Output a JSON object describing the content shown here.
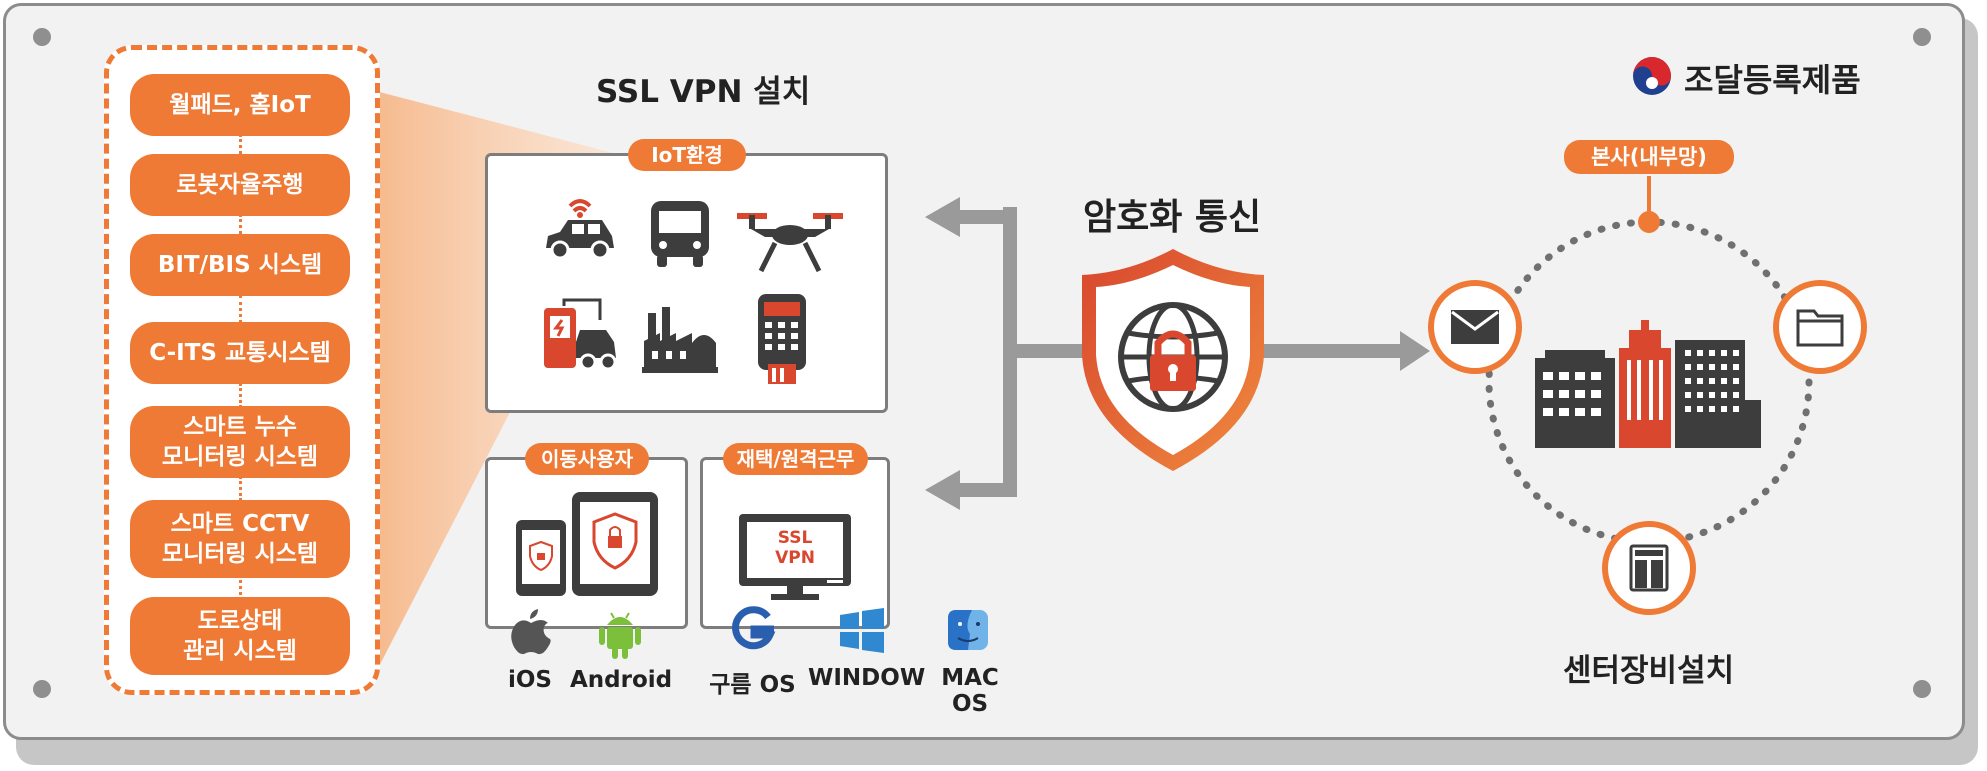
{
  "brand": {
    "label": "조달등록제품"
  },
  "left_list": {
    "items": [
      {
        "label": "월패드, 홈IoT"
      },
      {
        "label": "로봇자율주행"
      },
      {
        "label": "BIT/BIS 시스템"
      },
      {
        "label": "C-ITS 교통시스템"
      },
      {
        "label": "스마트 누수\n모니터링 시스템"
      },
      {
        "label": "스마트 CCTV\n모니터링 시스템"
      },
      {
        "label": "도로상태\n관리 시스템"
      }
    ]
  },
  "install": {
    "title": "SSL VPN 설치",
    "iot_tag": "IoT환경",
    "mobile_tag": "이동사용자",
    "remote_tag": "재택/원격근무",
    "monitor_text_1": "SSL",
    "monitor_text_2": "VPN"
  },
  "os_labels": {
    "ios": "iOS",
    "android": "Android",
    "gooroom": "구름 OS",
    "window": "WINDOW",
    "macos": "MAC OS"
  },
  "center": {
    "title": "암호화 통신"
  },
  "right": {
    "hq_tag": "본사(내부망)",
    "caption": "센터장비설치"
  },
  "icons": {
    "brand": "taegeuk-icon",
    "iot": [
      "wifi-car-icon",
      "bus-icon",
      "drone-icon",
      "ev-charger-icon",
      "factory-icon",
      "payment-terminal-icon"
    ],
    "center": "shield-globe-lock-icon",
    "right": [
      "mail-icon",
      "folder-icon",
      "server-icon",
      "city-buildings-icon"
    ]
  },
  "colors": {
    "accent": "#ef7a35",
    "dark": "#3d3d3d",
    "red": "#d8472e",
    "gray": "#9a9a9a"
  }
}
